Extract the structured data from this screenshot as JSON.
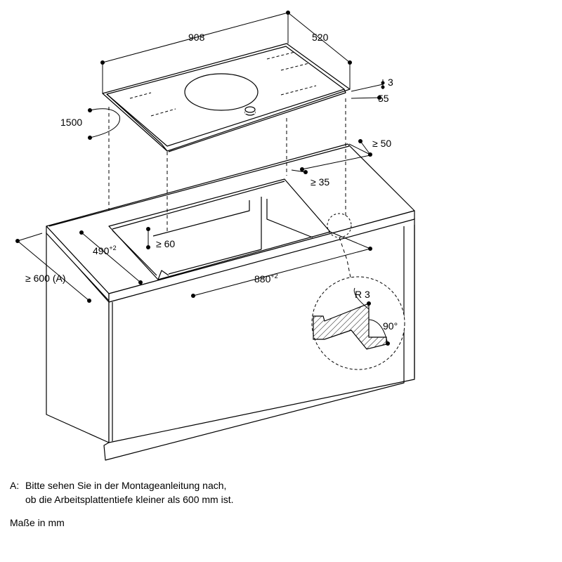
{
  "dimensions": {
    "hob_width": "908",
    "hob_depth": "520",
    "hob_thickness_edge": "3",
    "hob_height": "55",
    "cable_length": "1500",
    "rear_clearance": "≥ 50",
    "rear_offset": "≥ 35",
    "cutout_depth": "490",
    "cutout_depth_tol": "+2",
    "front_clearance": "≥ 60",
    "cutout_width": "880",
    "cutout_width_tol": "+2",
    "worktop_depth": "≥ 600 (A)",
    "corner_radius": "R 3",
    "edge_angle": "90°"
  },
  "notes": {
    "a_label": "A:",
    "a_line1": "Bitte sehen Sie in der Montageanleitung nach,",
    "a_line2": "ob die Arbeitsplattentiefe kleiner als 600 mm ist.",
    "units": "Maße in mm"
  }
}
